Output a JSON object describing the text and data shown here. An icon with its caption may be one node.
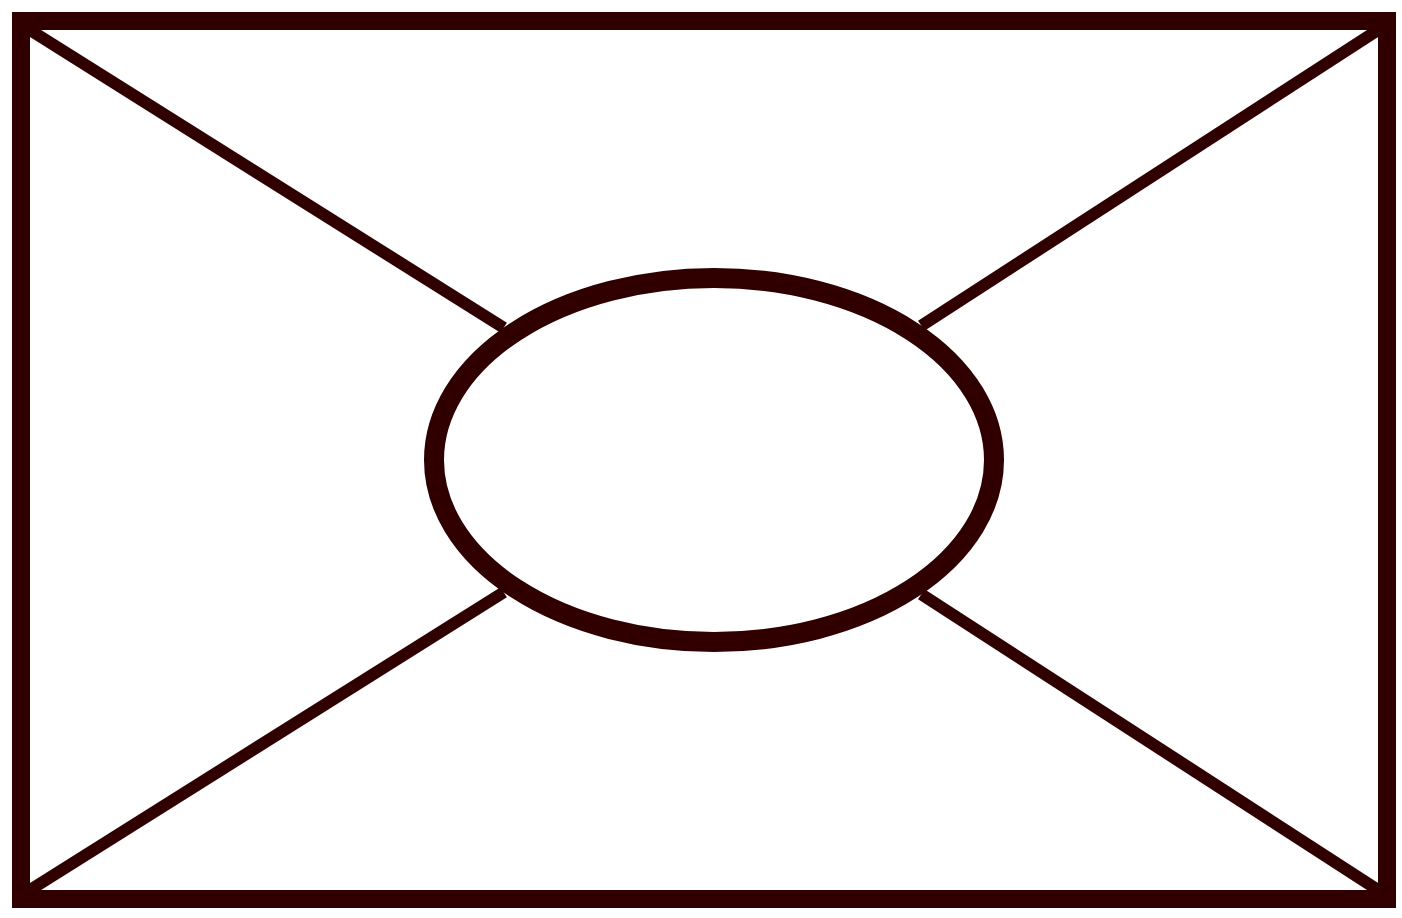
{
  "diagram": {
    "nodes": [
      {
        "text": [],
        "shape": "box"
      },
      {
        "text": [],
        "shape": "circle",
        "in": 0
      }
    ],
    "edges": [
      {
        "from": 0,
        "to": 1,
        "arrow": "none"
      },
      {
        "from": 0,
        "to": 1,
        "arrow": "none"
      },
      {
        "from": 0,
        "to": 1,
        "arrow": "none"
      },
      {
        "from": 0,
        "to": 1,
        "arrow": "none"
      }
    ]
  }
}
